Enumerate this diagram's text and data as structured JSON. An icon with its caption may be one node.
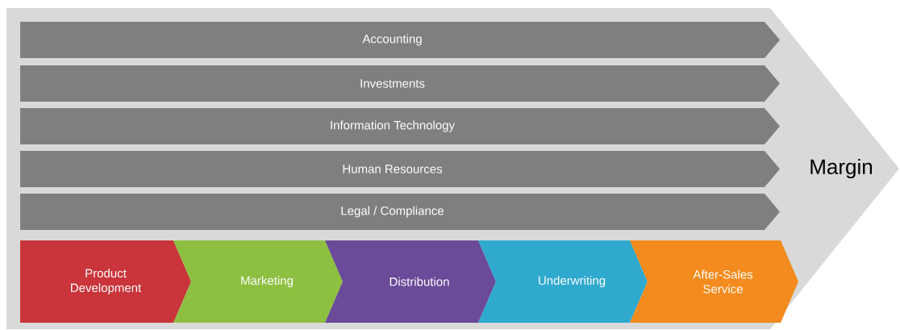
{
  "diagram": {
    "nodes": [
      {
        "text": [
          "Margin"
        ]
      },
      {
        "text": [
          "Accounting"
        ],
        "in": 0
      },
      {
        "text": [
          "Investments"
        ],
        "in": 0
      },
      {
        "text": [
          "Information Technology"
        ],
        "in": 0
      },
      {
        "text": [
          "Human Resources"
        ],
        "in": 0
      },
      {
        "text": [
          "Legal / Compliance"
        ],
        "in": 0
      },
      {
        "text": [
          "Product Development"
        ],
        "in": 0
      },
      {
        "text": [
          "Marketing"
        ],
        "in": 0
      },
      {
        "text": [
          "Distribution"
        ],
        "in": 0
      },
      {
        "text": [
          "Underwriting"
        ],
        "in": 0
      },
      {
        "text": [
          "After-Sales Service"
        ],
        "in": 0
      }
    ]
  }
}
